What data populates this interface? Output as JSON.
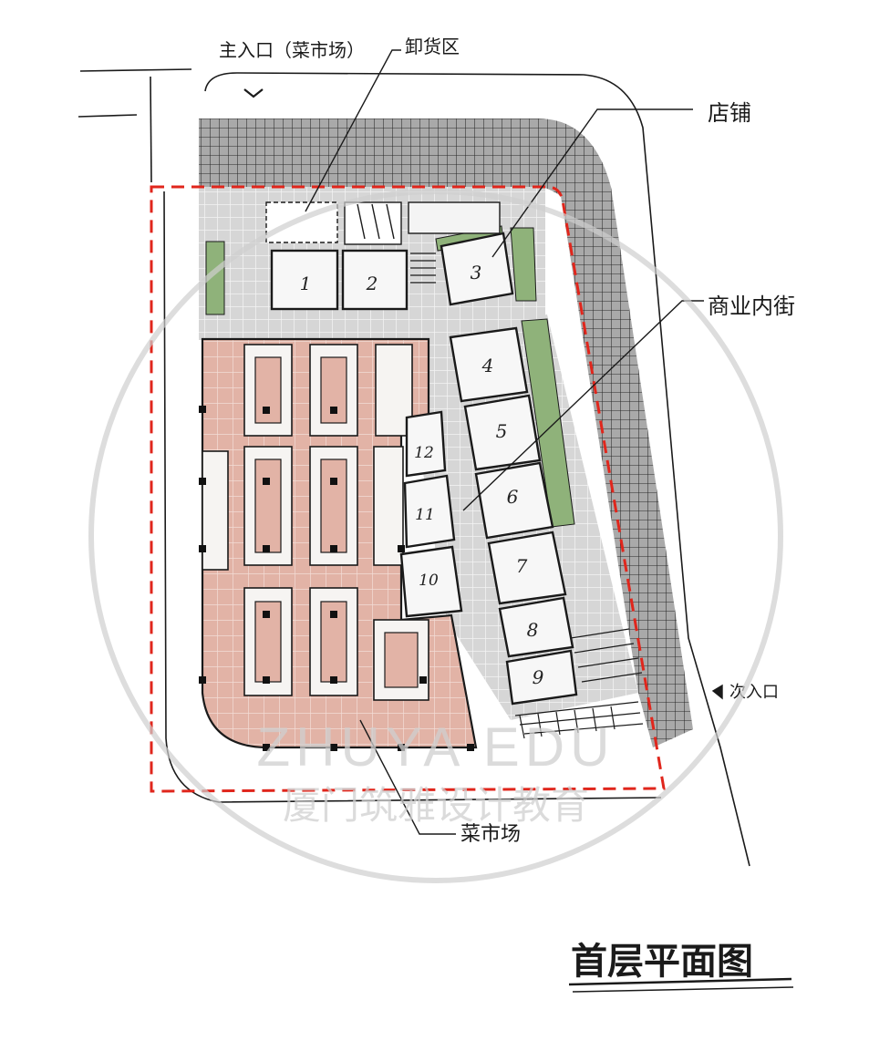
{
  "title": "首层平面图",
  "labels": {
    "main_entrance": "主入口（菜市场）",
    "loading_area": "卸货区",
    "shop": "店铺",
    "commercial_street": "商业内街",
    "secondary_entrance": "次入口",
    "market": "菜市场"
  },
  "shops": [
    "1",
    "2",
    "3",
    "4",
    "5",
    "6",
    "7",
    "8",
    "9",
    "10",
    "11",
    "12"
  ],
  "watermark": {
    "en": "ZHUYA EDU",
    "cn": "厦门筑雅设计教育"
  },
  "colors": {
    "market_fill": "#e2b3a6",
    "grid_paving": "#9a9a9a",
    "corridor": "#cfcfcf",
    "green": "#8fb27a",
    "redline": "#e0261c",
    "ink": "#1a1a1a"
  }
}
